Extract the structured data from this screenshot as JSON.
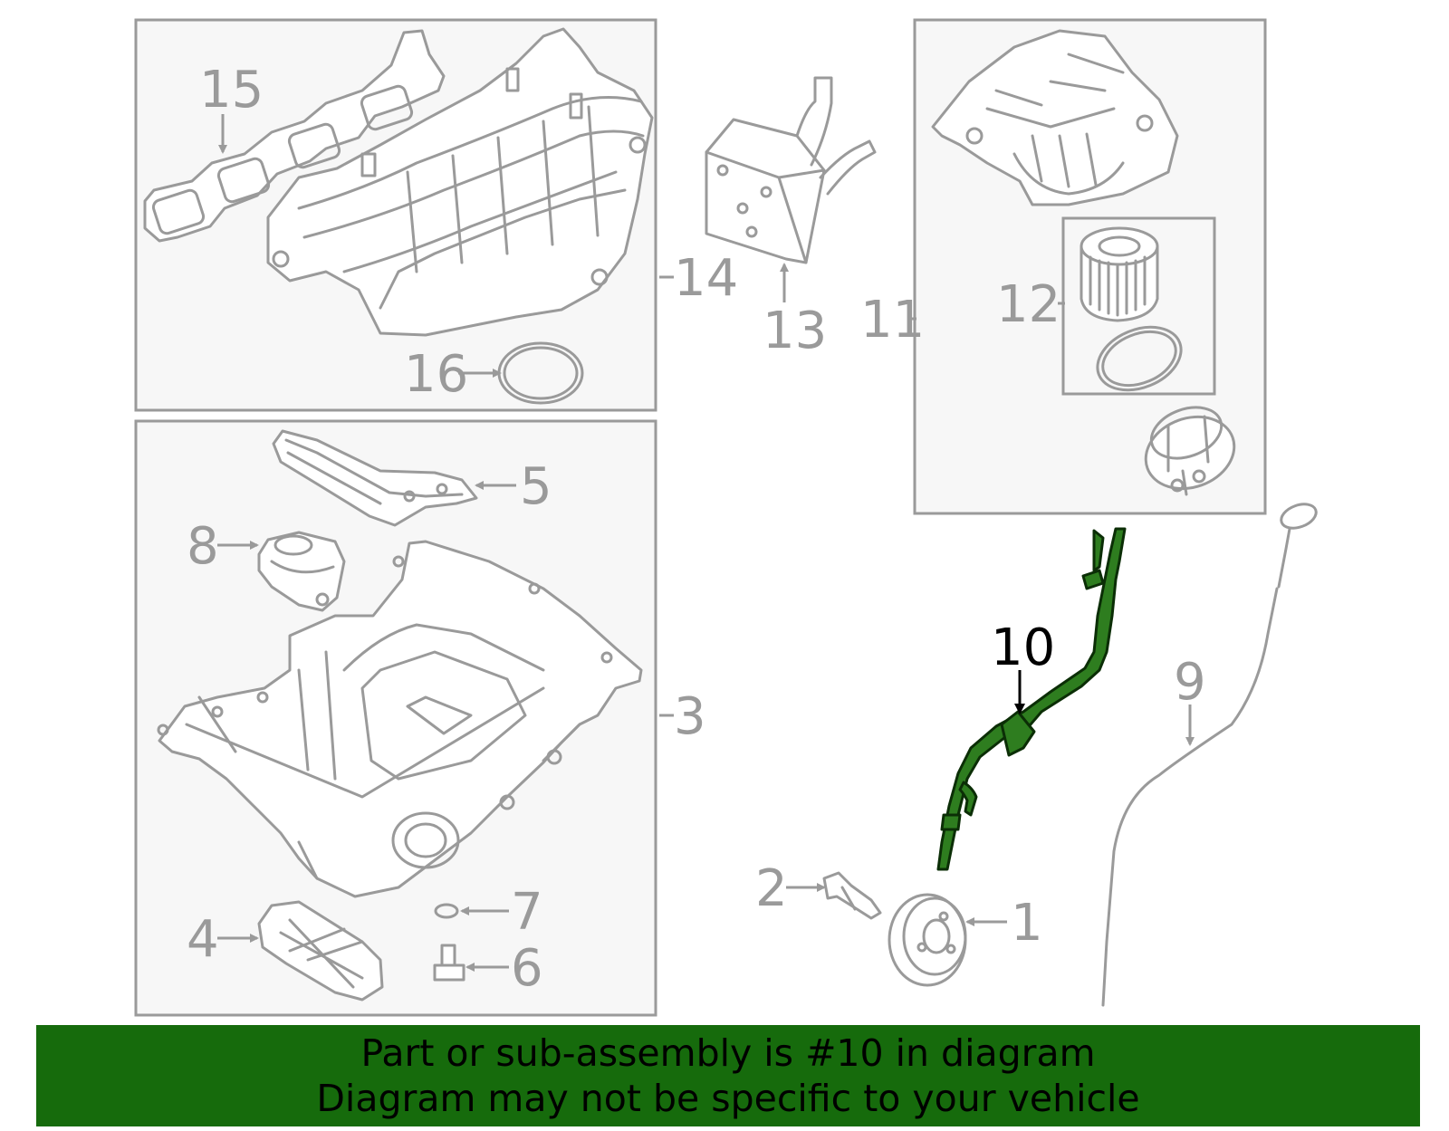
{
  "callouts": {
    "c1": "1",
    "c2": "2",
    "c3": "3",
    "c4": "4",
    "c5": "5",
    "c6": "6",
    "c7": "7",
    "c8": "8",
    "c9": "9",
    "c10": "10",
    "c11": "11",
    "c12": "12",
    "c13": "13",
    "c14": "14",
    "c15": "15",
    "c16": "16"
  },
  "highlighted_part": "10",
  "colors": {
    "highlight": "#2e7d1f",
    "banner": "#166b0c",
    "lines": "#9a9a9a"
  },
  "banner": {
    "line1": "Part or sub-assembly is #10 in diagram",
    "line2": "Diagram may not be specific to your vehicle"
  }
}
